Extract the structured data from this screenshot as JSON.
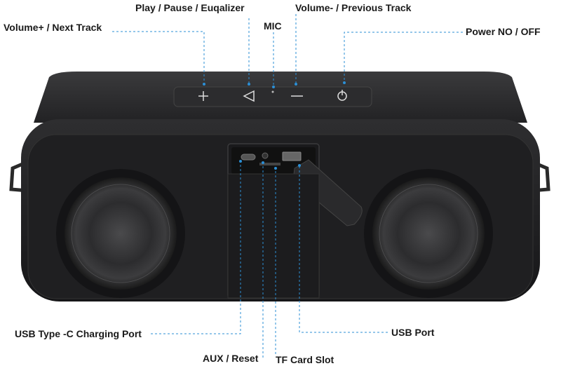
{
  "labels": {
    "play_pause": "Play / Pause / Euqalizer",
    "volume_down": "Volume- / Previous Track",
    "volume_up": "Volume+ / Next Track",
    "mic": "MIC",
    "power": "Power NO / OFF",
    "usb_c": "USB Type -C Charging Port",
    "usb_port": "USB Port",
    "aux_reset": "AUX / Reset",
    "tf_card": "TF Card Slot"
  },
  "colors": {
    "leader_line": "#2b8fd6",
    "speaker_body": "#1c1c1e",
    "speaker_panel": "#2a2a2c"
  },
  "icons": [
    "plus-icon",
    "play-icon",
    "minus-icon",
    "power-icon"
  ]
}
